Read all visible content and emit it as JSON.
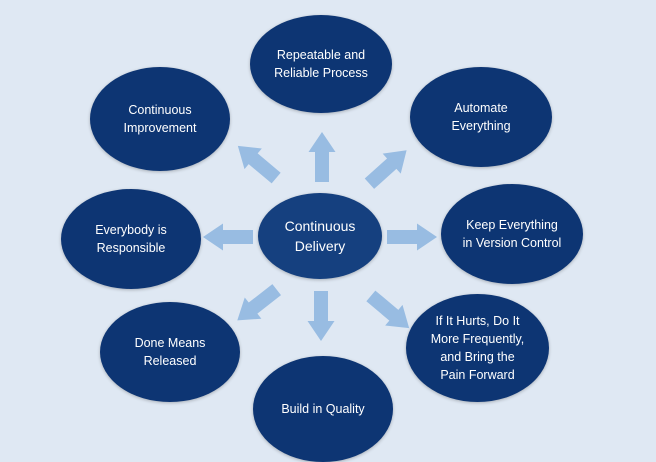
{
  "diagram": {
    "center": {
      "lines": [
        "Continuous",
        "Delivery"
      ]
    },
    "nodes": [
      {
        "id": "repeatable",
        "lines": [
          "Repeatable and",
          "Reliable Process"
        ]
      },
      {
        "id": "automate",
        "lines": [
          "Automate",
          "Everything"
        ]
      },
      {
        "id": "version-control",
        "lines": [
          "Keep Everything",
          "in Version Control"
        ]
      },
      {
        "id": "if-it-hurts",
        "lines": [
          "If It Hurts, Do It",
          "More Frequently,",
          "and Bring the",
          "Pain Forward"
        ]
      },
      {
        "id": "build-quality",
        "lines": [
          "Build in Quality"
        ]
      },
      {
        "id": "done-means-released",
        "lines": [
          "Done Means",
          "Released"
        ]
      },
      {
        "id": "everybody-responsible",
        "lines": [
          "Everybody is",
          "Responsible"
        ]
      },
      {
        "id": "continuous-improvement",
        "lines": [
          "Continuous",
          "Improvement"
        ]
      }
    ],
    "colors": {
      "background": "#dfe8f3",
      "node_fill": "#0d3573",
      "center_fill": "#15407f",
      "arrow_fill": "#98bce2",
      "text": "#ffffff"
    }
  }
}
